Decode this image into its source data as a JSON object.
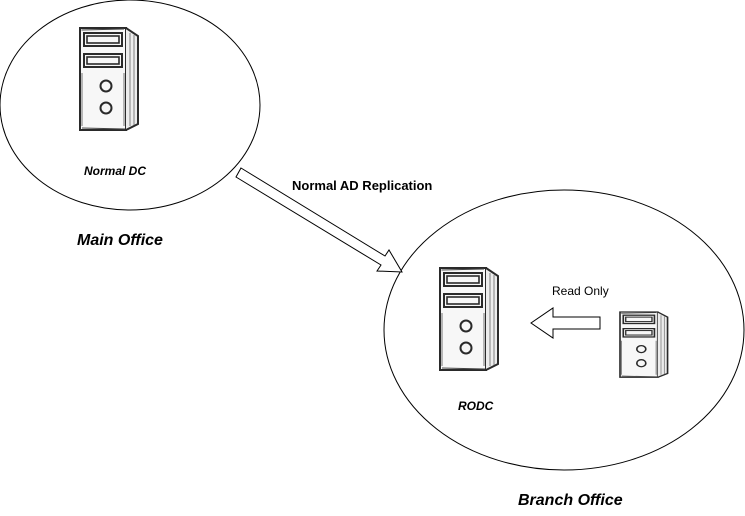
{
  "labels": {
    "main_server": "Normal DC",
    "main_site": "Main Office",
    "replication": "Normal AD Replication",
    "branch_server": "RODC",
    "branch_site": "Branch Office",
    "read_only": "Read Only"
  },
  "icons": {
    "main_server": "server-tower-icon",
    "branch_server": "server-tower-icon",
    "client_server": "server-tower-icon"
  },
  "colors": {
    "stroke": "#000000",
    "server_stroke": "#2a2a2a",
    "background": "#ffffff"
  }
}
